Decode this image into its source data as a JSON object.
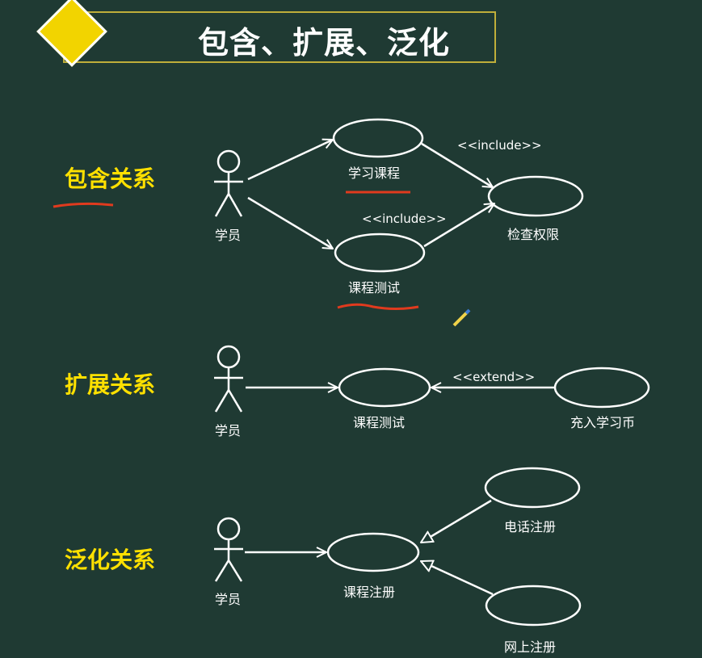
{
  "header": {
    "title": "包含、扩展、泛化"
  },
  "sections": {
    "include": {
      "label": "包含关系"
    },
    "extend": {
      "label": "扩展关系"
    },
    "generalize": {
      "label": "泛化关系"
    }
  },
  "diagram1": {
    "actor": "学员",
    "usecase_study": "学习课程",
    "usecase_test": "课程测试",
    "usecase_check": "检查权限",
    "stereo_top": "<<include>>",
    "stereo_bottom": "<<include>>"
  },
  "diagram2": {
    "actor": "学员",
    "usecase_test": "课程测试",
    "usecase_charge": "充入学习币",
    "stereo": "<<extend>>"
  },
  "diagram3": {
    "actor": "学员",
    "usecase_register": "课程注册",
    "usecase_phone": "电话注册",
    "usecase_online": "网上注册"
  },
  "colors": {
    "background": "#1f3a33",
    "accent": "#ffe000",
    "annotation": "#e03a1e"
  }
}
